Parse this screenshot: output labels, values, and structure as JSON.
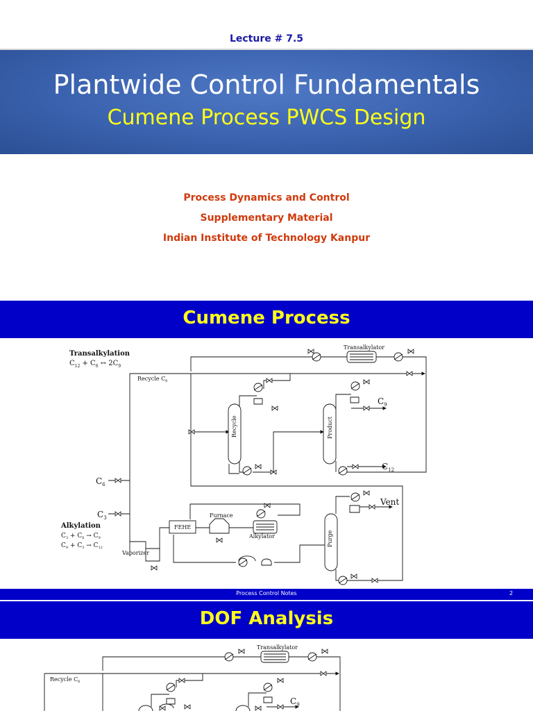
{
  "slide1": {
    "lecture": "Lecture # 7.5",
    "title": "Plantwide Control Fundamentals",
    "subtitle": "Cumene Process PWCS Design",
    "info": [
      "Process Dynamics and Control",
      "Supplementary Material",
      "Indian Institute of Technology Kanpur"
    ]
  },
  "slide2": {
    "heading": "Cumene Process",
    "diagram": {
      "transalkylation_title": "Transalkylation",
      "transalkylation_reaction": [
        "C",
        "12",
        " + C",
        "6",
        " ↔ 2C",
        "9"
      ],
      "alkylation_title": "Alkylation",
      "alkylation_rxn1": [
        "C",
        "3",
        " + C",
        "6",
        " → C",
        "9"
      ],
      "alkylation_rxn2": [
        "C",
        "9",
        " + C",
        "3",
        " → C",
        "12"
      ],
      "transalkylator": "Transalkylator",
      "recycle_c6": [
        "Recycle C",
        "6"
      ],
      "recycle_column": "Recycle",
      "product_column": "Product",
      "purge_column": "Purge",
      "c9": [
        "C",
        "9"
      ],
      "c12": [
        "C",
        "12"
      ],
      "c6_feed": [
        "C",
        "6"
      ],
      "c3_feed": [
        "C",
        "3"
      ],
      "vent": "Vent",
      "fehe": "FEHE",
      "furnace": "Furnace",
      "alkylator": "Alkylator",
      "vaporizer": "Vaporizer"
    },
    "footer": "Process Control Notes",
    "page": "2"
  },
  "slide3": {
    "heading": "DOF Analysis",
    "diagram": {
      "transalkylator": "Transalkylator",
      "recycle_c6": [
        "Recycle C",
        "6"
      ],
      "c9": [
        "C",
        "9"
      ]
    }
  }
}
